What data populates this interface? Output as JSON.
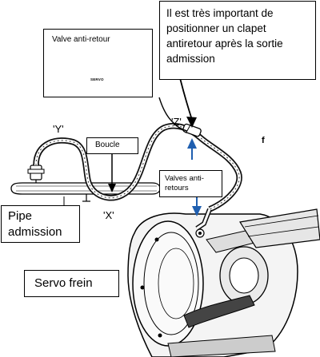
{
  "callouts": {
    "check_valve_title": "Valve anti-retour",
    "valve_marking": "SERVO",
    "important_note": "Il est très important de positionner un clapet antiretour après la sortie admission",
    "loop": "Boucle",
    "check_valves": "Valves anti-retours",
    "intake_pipe": "Pipe admission",
    "brake_servo": "Servo frein"
  },
  "point_labels": {
    "y": "'Y'",
    "z": "'Z'",
    "x": "'X'",
    "f": "f"
  }
}
